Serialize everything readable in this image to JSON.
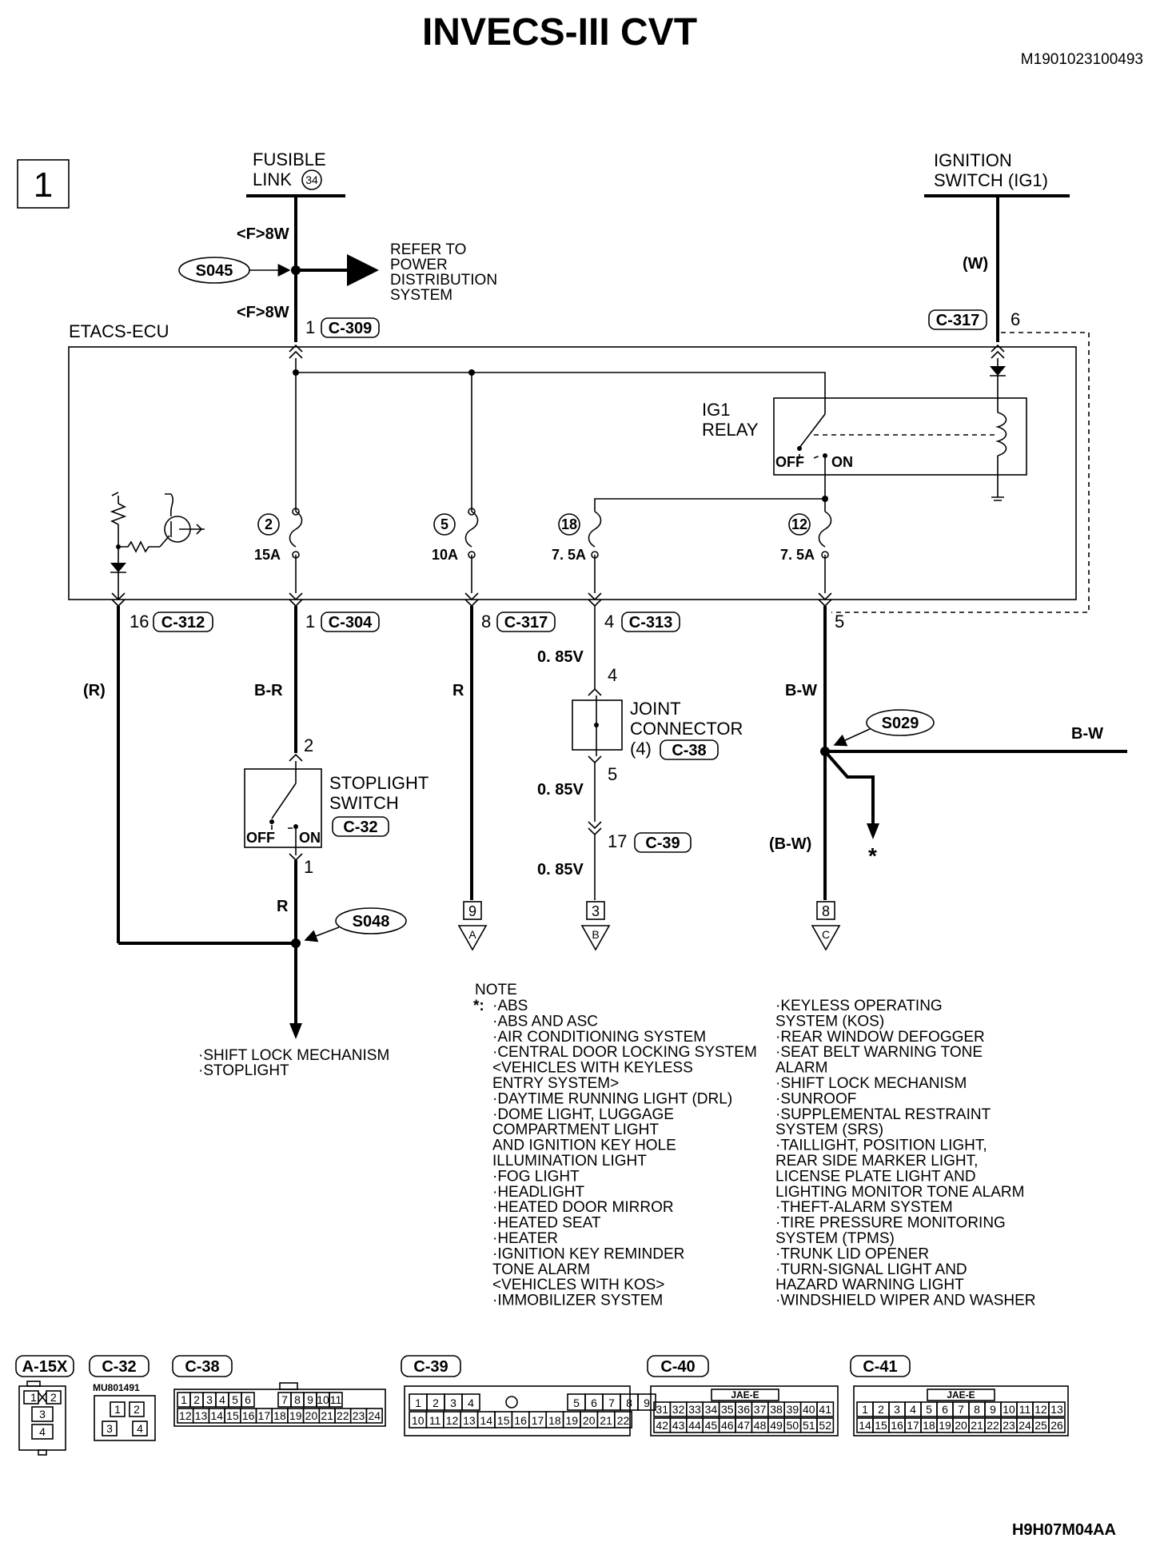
{
  "title": "INVECS-III CVT",
  "doc_id": "M1901023100493",
  "footer_code": "H9H07M04AA",
  "page_number": "1",
  "fusible_link": {
    "line1": "FUSIBLE",
    "line2": "LINK",
    "number": "34"
  },
  "ignition_switch": {
    "line1": "IGNITION",
    "line2": "SWITCH (IG1)"
  },
  "wire_labels": {
    "f8w_top": "<F>8W",
    "f8w_bottom": "<F>8W",
    "w": "(W)",
    "r_left": "(R)",
    "b_r": "B-R",
    "r_mid": "R",
    "b_w": "B-W",
    "b_w_right": "B-W",
    "b_w_paren": "(B-W)",
    "r_stop": "R",
    "v085_1": "0. 85V",
    "v085_2": "0. 85V",
    "v085_3": "0. 85V"
  },
  "splices": {
    "s045": "S045",
    "s029": "S029",
    "s048": "S048"
  },
  "refer_to": [
    "REFER TO",
    "POWER",
    "DISTRIBUTION",
    "SYSTEM"
  ],
  "ecu_label": "ETACS-ECU",
  "relay": {
    "line1": "IG1",
    "line2": "RELAY",
    "off": "OFF",
    "on": "ON"
  },
  "connectors": {
    "c309": {
      "pin": "1",
      "name": "C-309"
    },
    "c317_top": {
      "pin": "6",
      "name": "C-317"
    },
    "c312": {
      "pin": "16",
      "name": "C-312"
    },
    "c304": {
      "pin": "1",
      "name": "C-304"
    },
    "c317_bot": {
      "pin": "8",
      "name": "C-317"
    },
    "c313": {
      "pin": "4",
      "name": "C-313"
    },
    "c5": {
      "pin": "5"
    },
    "c39": {
      "pin": "17",
      "name": "C-39"
    }
  },
  "fuses": [
    {
      "num": "2",
      "rating": "15A"
    },
    {
      "num": "5",
      "rating": "10A"
    },
    {
      "num": "18",
      "rating": "7. 5A"
    },
    {
      "num": "12",
      "rating": "7. 5A"
    }
  ],
  "joint_connector": {
    "line1": "JOINT",
    "line2": "CONNECTOR",
    "line3": "(4)",
    "name": "C-38",
    "pin_in": "4",
    "pin_out": "5"
  },
  "stoplight_switch": {
    "line1": "STOPLIGHT",
    "line2": "SWITCH",
    "name": "C-32",
    "off": "OFF",
    "on": "ON",
    "pin_top": "2",
    "pin_bottom": "1"
  },
  "terminals": [
    {
      "num": "9",
      "letter": "A"
    },
    {
      "num": "3",
      "letter": "B"
    },
    {
      "num": "8",
      "letter": "C"
    }
  ],
  "asterisk": "*",
  "shift_lock_targets": [
    "·SHIFT LOCK MECHANISM",
    "·STOPLIGHT"
  ],
  "note": {
    "heading": "NOTE",
    "star_prefix": "*:",
    "col1": [
      "·ABS",
      "·ABS AND ASC",
      "·AIR CONDITIONING SYSTEM",
      "·CENTRAL DOOR LOCKING SYSTEM",
      " <VEHICLES WITH KEYLESS",
      " ENTRY SYSTEM>",
      "·DAYTIME RUNNING LIGHT (DRL)",
      "·DOME LIGHT, LUGGAGE",
      " COMPARTMENT LIGHT",
      " AND IGNITION KEY HOLE",
      " ILLUMINATION LIGHT",
      "·FOG LIGHT",
      "·HEADLIGHT",
      "·HEATED DOOR MIRROR",
      "·HEATED SEAT",
      "·HEATER",
      "·IGNITION KEY REMINDER",
      " TONE ALARM",
      " <VEHICLES WITH KOS>",
      "·IMMOBILIZER SYSTEM"
    ],
    "col2": [
      "·KEYLESS OPERATING",
      " SYSTEM (KOS)",
      "·REAR WINDOW DEFOGGER",
      "·SEAT BELT WARNING TONE",
      " ALARM",
      "·SHIFT LOCK MECHANISM",
      "·SUNROOF",
      "·SUPPLEMENTAL RESTRAINT",
      " SYSTEM (SRS)",
      "·TAILLIGHT, POSITION LIGHT,",
      " REAR SIDE MARKER LIGHT,",
      " LICENSE PLATE LIGHT AND",
      " LIGHTING MONITOR TONE ALARM",
      "·THEFT-ALARM SYSTEM",
      "·TIRE PRESSURE MONITORING",
      " SYSTEM (TPMS)",
      "·TRUNK LID OPENER",
      "·TURN-SIGNAL LIGHT AND",
      " HAZARD WARNING LIGHT",
      "·WINDSHIELD WIPER AND WASHER"
    ]
  },
  "connector_views": {
    "a15x": {
      "name": "A-15X",
      "pins": [
        "1",
        "2",
        "3",
        "4"
      ]
    },
    "c32": {
      "name": "C-32",
      "part": "MU801491",
      "pins": [
        "1",
        "2",
        "3",
        "4"
      ]
    },
    "c38": {
      "name": "C-38",
      "row1": [
        "1",
        "2",
        "3",
        "4",
        "5",
        "6",
        "7",
        "8",
        "9",
        "10",
        "11"
      ],
      "row2": [
        "12",
        "13",
        "14",
        "15",
        "16",
        "17",
        "18",
        "19",
        "20",
        "21",
        "22",
        "23",
        "24"
      ]
    },
    "c39": {
      "name": "C-39",
      "row1": [
        "1",
        "2",
        "3",
        "4",
        "5",
        "6",
        "7",
        "8",
        "9"
      ],
      "row2": [
        "10",
        "11",
        "12",
        "13",
        "14",
        "15",
        "16",
        "17",
        "18",
        "19",
        "20",
        "21",
        "22"
      ]
    },
    "c40": {
      "name": "C-40",
      "tag": "JAE-E",
      "row1": [
        "31",
        "32",
        "33",
        "34",
        "35",
        "36",
        "37",
        "38",
        "39",
        "40",
        "41"
      ],
      "row2": [
        "42",
        "43",
        "44",
        "45",
        "46",
        "47",
        "48",
        "49",
        "50",
        "51",
        "52"
      ]
    },
    "c41": {
      "name": "C-41",
      "tag": "JAE-E",
      "row1": [
        "1",
        "2",
        "3",
        "4",
        "5",
        "6",
        "7",
        "8",
        "9",
        "10",
        "11",
        "12",
        "13"
      ],
      "row2": [
        "14",
        "15",
        "16",
        "17",
        "18",
        "19",
        "20",
        "21",
        "22",
        "23",
        "24",
        "25",
        "26"
      ]
    }
  }
}
